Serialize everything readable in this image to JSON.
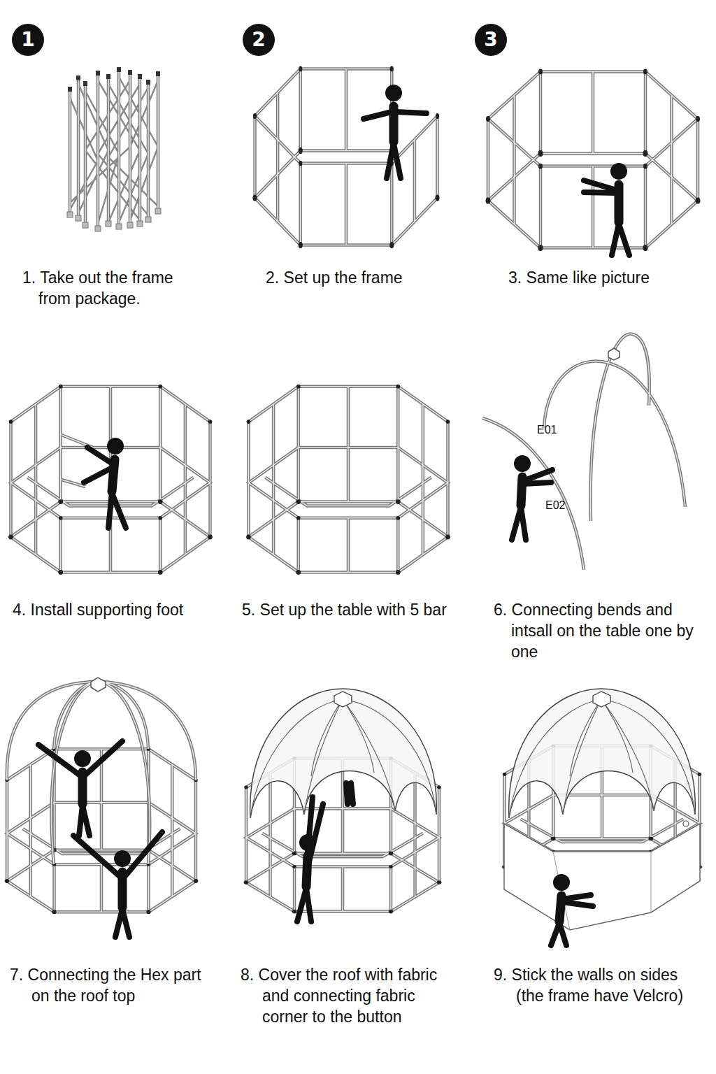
{
  "diagram": {
    "nodes": [
      {
        "text": [
          "1"
        ]
      },
      {
        "text": [
          "2"
        ]
      },
      {
        "text": [
          "3"
        ]
      }
    ],
    "labels": [
      "1. Take out the frame from package.",
      "2. Set up the frame",
      "3. Same like picture",
      "4. Install supporting foot",
      "5. Set up the table with 5 bar",
      "6. Connecting bends and intsall on the table one by one",
      "E01",
      "E02",
      "7. Connecting the Hex part on the roof top",
      "8. Cover the roof with fabric and connecting fabric corner to the button",
      "9. Stick the walls on sides (the frame have Velcro)"
    ]
  }
}
